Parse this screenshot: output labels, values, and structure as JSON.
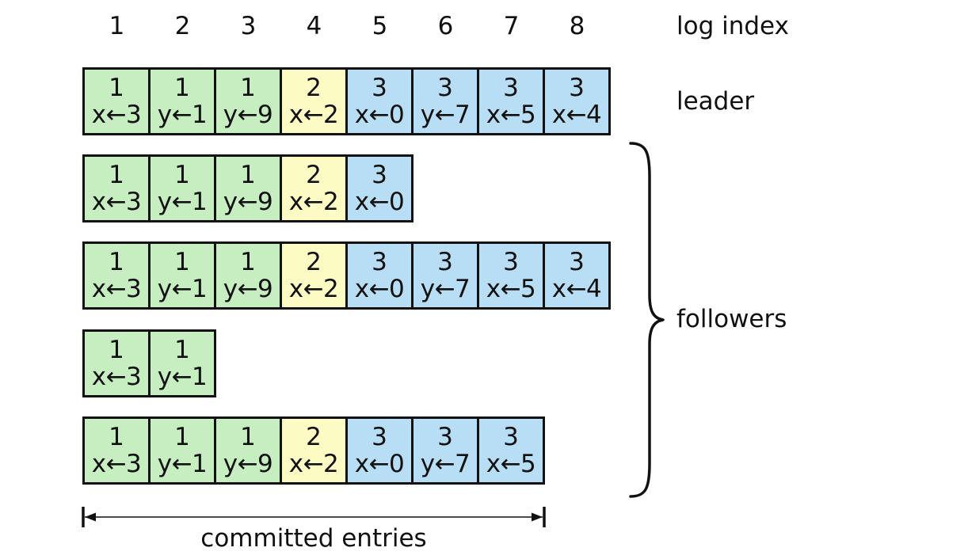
{
  "header": {
    "indices": [
      "1",
      "2",
      "3",
      "4",
      "5",
      "6",
      "7",
      "8"
    ],
    "index_label": "log index"
  },
  "labels": {
    "leader": "leader",
    "followers": "followers",
    "committed": "committed entries"
  },
  "colors": {
    "term1": "#c6eec0",
    "term2": "#fdfbc4",
    "term3": "#b7def4",
    "border": "#111111"
  },
  "logs": [
    {
      "role": "leader",
      "entries": [
        {
          "term": "1",
          "cmd": "x←3"
        },
        {
          "term": "1",
          "cmd": "y←1"
        },
        {
          "term": "1",
          "cmd": "y←9"
        },
        {
          "term": "2",
          "cmd": "x←2"
        },
        {
          "term": "3",
          "cmd": "x←0"
        },
        {
          "term": "3",
          "cmd": "y←7"
        },
        {
          "term": "3",
          "cmd": "x←5"
        },
        {
          "term": "3",
          "cmd": "x←4"
        }
      ]
    },
    {
      "role": "follower",
      "entries": [
        {
          "term": "1",
          "cmd": "x←3"
        },
        {
          "term": "1",
          "cmd": "y←1"
        },
        {
          "term": "1",
          "cmd": "y←9"
        },
        {
          "term": "2",
          "cmd": "x←2"
        },
        {
          "term": "3",
          "cmd": "x←0"
        }
      ]
    },
    {
      "role": "follower",
      "entries": [
        {
          "term": "1",
          "cmd": "x←3"
        },
        {
          "term": "1",
          "cmd": "y←1"
        },
        {
          "term": "1",
          "cmd": "y←9"
        },
        {
          "term": "2",
          "cmd": "x←2"
        },
        {
          "term": "3",
          "cmd": "x←0"
        },
        {
          "term": "3",
          "cmd": "y←7"
        },
        {
          "term": "3",
          "cmd": "x←5"
        },
        {
          "term": "3",
          "cmd": "x←4"
        }
      ]
    },
    {
      "role": "follower",
      "entries": [
        {
          "term": "1",
          "cmd": "x←3"
        },
        {
          "term": "1",
          "cmd": "y←1"
        }
      ]
    },
    {
      "role": "follower",
      "entries": [
        {
          "term": "1",
          "cmd": "x←3"
        },
        {
          "term": "1",
          "cmd": "y←1"
        },
        {
          "term": "1",
          "cmd": "y←9"
        },
        {
          "term": "2",
          "cmd": "x←2"
        },
        {
          "term": "3",
          "cmd": "x←0"
        },
        {
          "term": "3",
          "cmd": "y←7"
        },
        {
          "term": "3",
          "cmd": "x←5"
        }
      ]
    }
  ]
}
